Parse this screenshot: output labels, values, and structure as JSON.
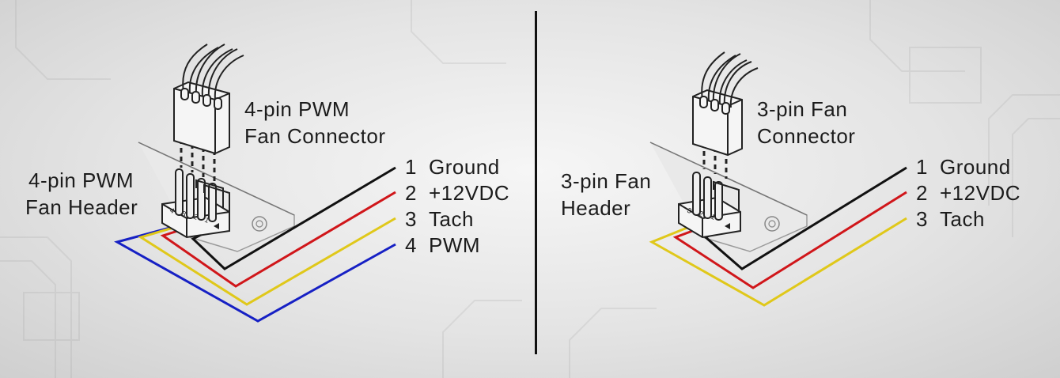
{
  "colors": {
    "ground": "#111111",
    "power": "#d0161a",
    "tach": "#e0c81a",
    "pwm": "#1620c4",
    "divider": "#111111",
    "background": "#e6e6e6"
  },
  "left_panel": {
    "connector_label_line1": "4-pin PWM",
    "connector_label_line2": "Fan Connector",
    "header_label_line1": "4-pin PWM",
    "header_label_line2": "Fan Header",
    "pin_numbers_on_header": [
      "4",
      "3",
      "2",
      "1"
    ],
    "pins": [
      {
        "num": "1",
        "name": "Ground",
        "color_key": "ground"
      },
      {
        "num": "2",
        "name": "+12VDC",
        "color_key": "power"
      },
      {
        "num": "3",
        "name": "Tach",
        "color_key": "tach"
      },
      {
        "num": "4",
        "name": "PWM",
        "color_key": "pwm"
      }
    ]
  },
  "right_panel": {
    "connector_label_line1": "3-pin Fan",
    "connector_label_line2": "Connector",
    "header_label_line1": "3-pin Fan",
    "header_label_line2": "Header",
    "pin_numbers_on_header": [
      "3",
      "2",
      "1"
    ],
    "pins": [
      {
        "num": "1",
        "name": "Ground",
        "color_key": "ground"
      },
      {
        "num": "2",
        "name": "+12VDC",
        "color_key": "power"
      },
      {
        "num": "3",
        "name": "Tach",
        "color_key": "tach"
      }
    ]
  }
}
